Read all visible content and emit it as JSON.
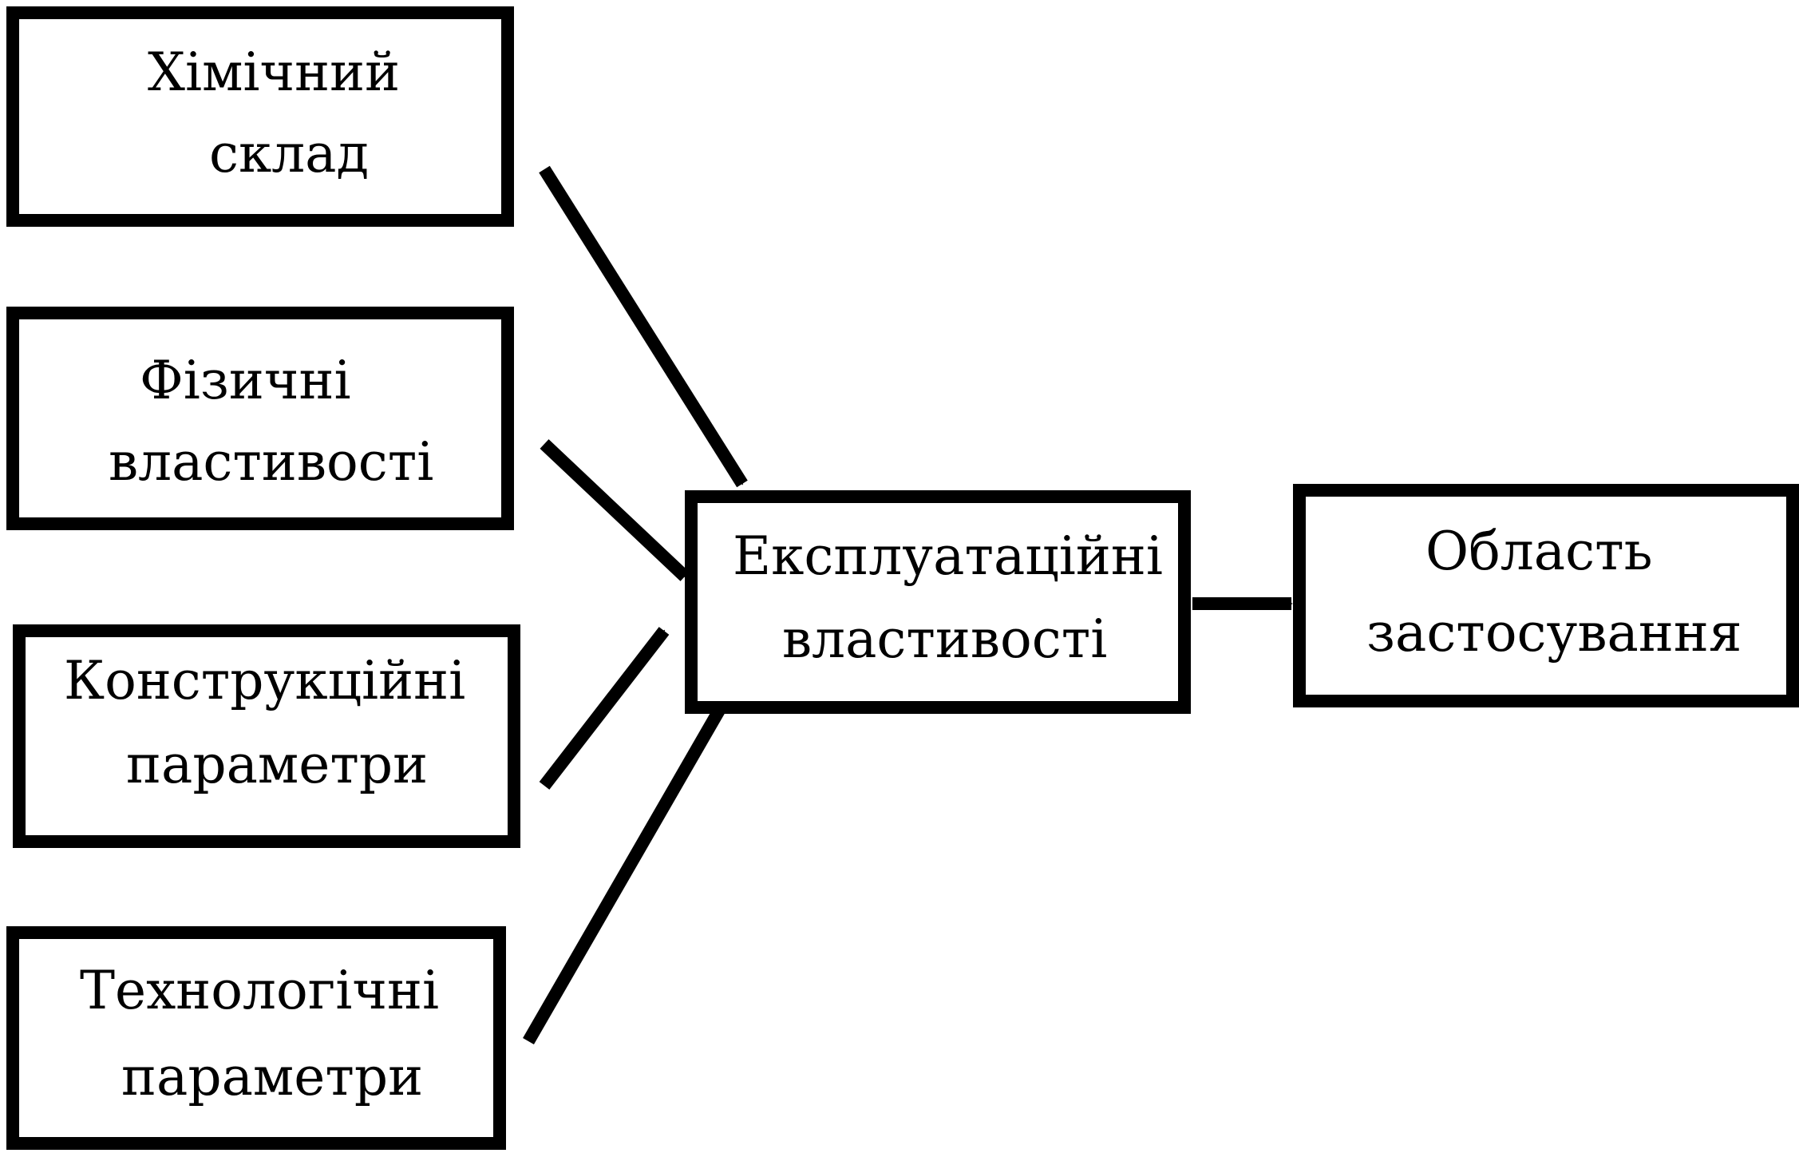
{
  "colors": {
    "stroke": "#000000",
    "background": "#ffffff"
  },
  "inputs": [
    {
      "line1": "Хімічний",
      "line2": "склад"
    },
    {
      "line1": "Фізичні",
      "line2": "властивості"
    },
    {
      "line1": "Конструкційні",
      "line2": "параметри"
    },
    {
      "line1": "Технологічні",
      "line2": "параметри"
    }
  ],
  "center": {
    "line1": "Експлуатаційні",
    "line2": "властивості"
  },
  "output": {
    "line1": "Область",
    "line2": "застосування"
  }
}
